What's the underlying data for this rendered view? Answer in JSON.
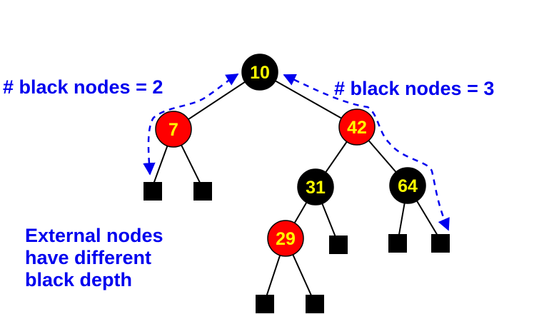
{
  "colors": {
    "red_node": "#ff0000",
    "black_node": "#000000",
    "node_text": "#ffff00",
    "annotation": "#0000ee",
    "edge": "#000000"
  },
  "tree": {
    "nodes": [
      {
        "id": "n10",
        "key": "10",
        "color": "black"
      },
      {
        "id": "n7",
        "key": "7",
        "color": "red"
      },
      {
        "id": "n42",
        "key": "42",
        "color": "red"
      },
      {
        "id": "n31",
        "key": "31",
        "color": "black"
      },
      {
        "id": "n64",
        "key": "64",
        "color": "black"
      },
      {
        "id": "n29",
        "key": "29",
        "color": "red"
      }
    ],
    "edges": [
      [
        "n10",
        "n7"
      ],
      [
        "n10",
        "n42"
      ],
      [
        "n7",
        "ext1"
      ],
      [
        "n7",
        "ext2"
      ],
      [
        "n42",
        "n31"
      ],
      [
        "n42",
        "n64"
      ],
      [
        "n31",
        "n29"
      ],
      [
        "n31",
        "ext3"
      ],
      [
        "n64",
        "ext4"
      ],
      [
        "n64",
        "ext5"
      ],
      [
        "n29",
        "ext6"
      ],
      [
        "n29",
        "ext7"
      ]
    ],
    "external_node_count": 7
  },
  "annotations": {
    "left_path": "# black nodes = 2",
    "right_path": "# black nodes = 3",
    "note_lines": [
      "External nodes",
      "have different",
      "black depth"
    ]
  }
}
